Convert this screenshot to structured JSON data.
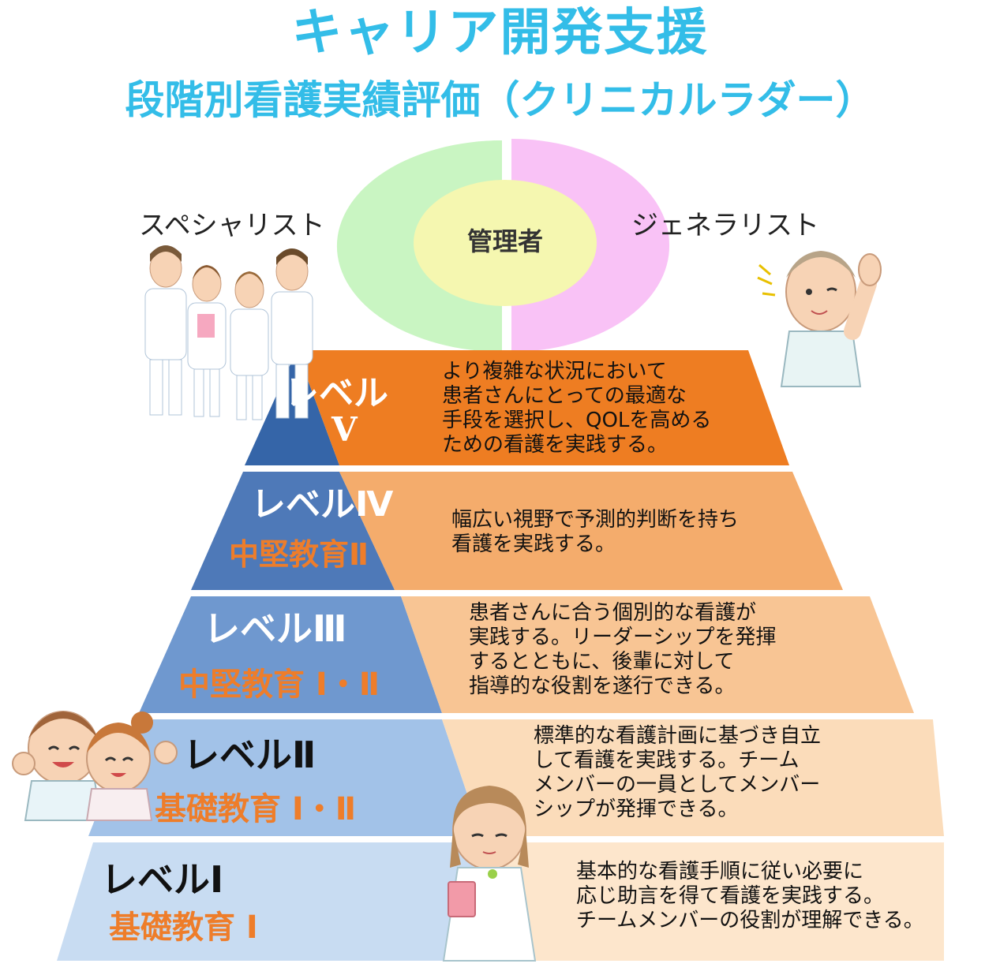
{
  "header": {
    "title": "キャリア開発支援",
    "subtitle": "段階別看護実績評価（クリニカルラダー）"
  },
  "roles": {
    "specialist": "スペシャリスト",
    "manager": "管理者",
    "generalist": "ジェネラリスト"
  },
  "levels": [
    {
      "label": "レベル",
      "numeral": "Ⅴ",
      "education": "",
      "description": [
        "より複雑な状況において",
        "患者さんにとっての最適な",
        "手段を選択し、QOLを高める",
        "ための看護を実践する。"
      ]
    },
    {
      "label": "レベルⅣ",
      "education": "中堅教育Ⅱ",
      "description": [
        "幅広い視野で予測的判断を持ち",
        "看護を実践する。"
      ]
    },
    {
      "label": "レベルⅢ",
      "education": "中堅教育 Ⅰ・Ⅱ",
      "description": [
        "患者さんに合う個別的な看護が",
        "実践する。リーダーシップを発揮",
        "するとともに、後輩に対して",
        "指導的な役割を遂行できる。"
      ]
    },
    {
      "label": "レベルⅡ",
      "education": "基礎教育 Ⅰ・Ⅱ",
      "description": [
        "標準的な看護計画に基づき自立",
        "して看護を実践する。チーム",
        "メンバーの一員としてメンバー",
        "シップが発揮できる。"
      ]
    },
    {
      "label": "レベルⅠ",
      "education": "基礎教育 Ⅰ",
      "description": [
        "基本的な看護手順に従い必要に",
        "応じ助言を得て看護を実践する。",
        "チームメンバーの役割が理解できる。"
      ]
    }
  ],
  "colors": {
    "title": "#33bde8",
    "level5_left": "#3565a8",
    "level5_right": "#ee7d22",
    "level4_left": "#4e79b8",
    "level4_right": "#f4ac6c",
    "level3_left": "#6f98cf",
    "level3_right": "#f8c594",
    "level2_left": "#a2c2e8",
    "level2_right": "#fbdcba",
    "level1_left": "#c8dcf2",
    "level1_right": "#fde6cc",
    "education_text": "#ee7d2a",
    "generalist_area": "#f9c2f6",
    "specialist_area": "#c9f5c2",
    "manager_area": "#f5f7b0"
  },
  "icons": [
    "nurse-group-illustration",
    "thumbs-up-nurse-illustration",
    "cheering-nurses-illustration",
    "writing-nurse-illustration"
  ]
}
